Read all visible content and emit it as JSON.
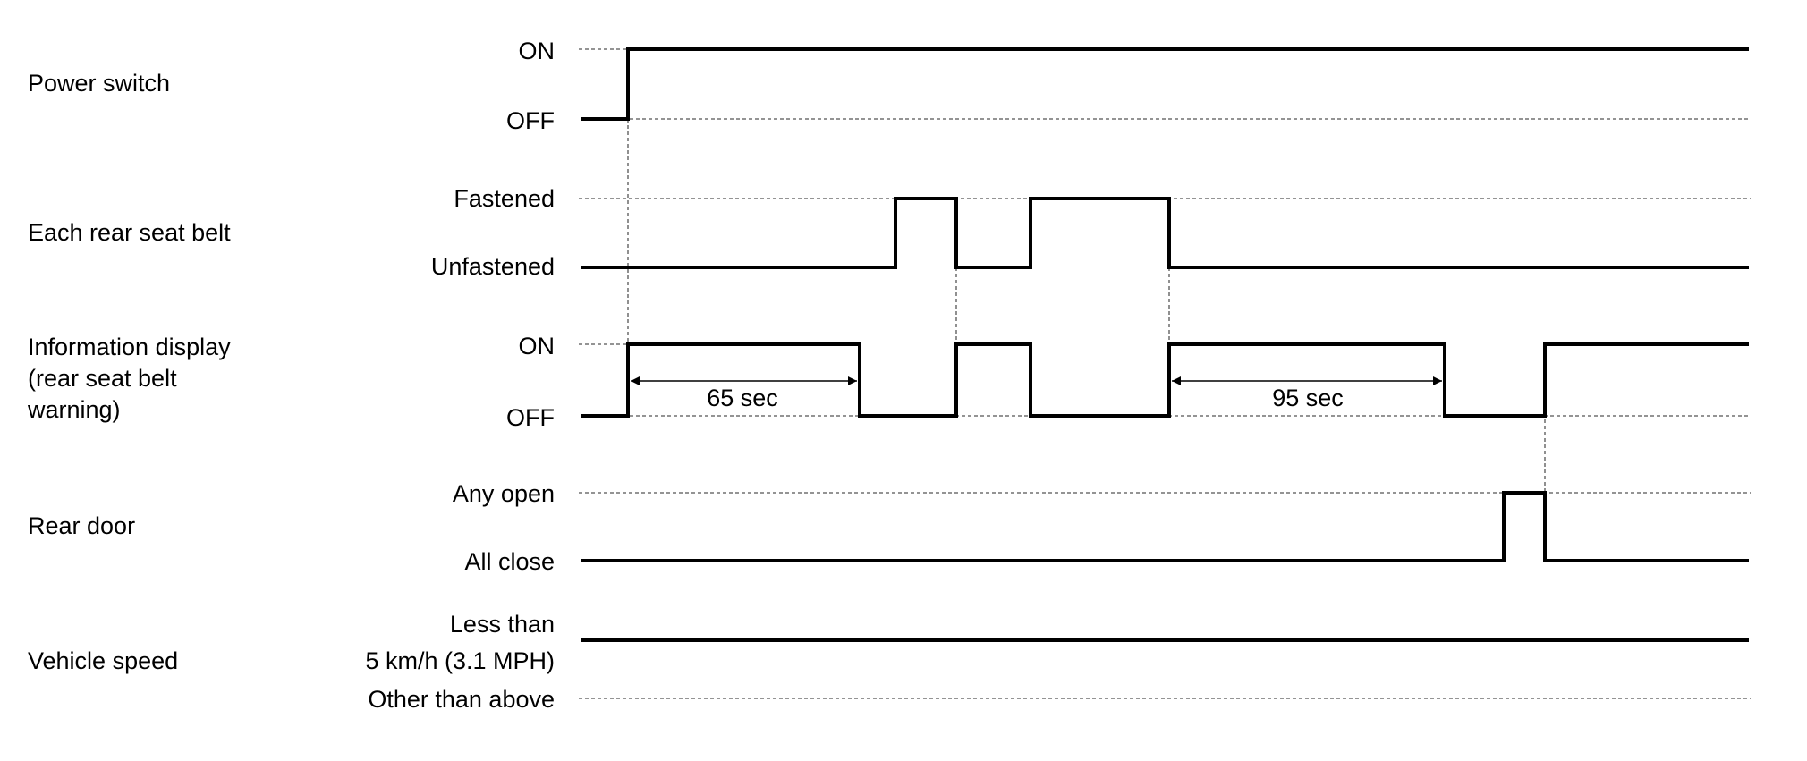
{
  "diagram": {
    "signals": [
      {
        "label_lines": [
          "Power switch"
        ],
        "levels": [
          "ON",
          "OFF"
        ],
        "waveform": "OFF until power switched ON, then ON for the remainder"
      },
      {
        "label_lines": [
          "Each rear seat belt"
        ],
        "levels": [
          "Fastened",
          "Unfastened"
        ],
        "waveform": "Unfastened, briefly Fastened, Unfastened, Fastened, then Unfastened"
      },
      {
        "label_lines": [
          "Information display",
          "(rear seat belt",
          "warning)"
        ],
        "levels": [
          "ON",
          "OFF"
        ],
        "waveform": "ON 65 sec, OFF, ON while belt unfastened, OFF while fastened, ON 95 sec, OFF, ON after rear door opens"
      },
      {
        "label_lines": [
          "Rear door"
        ],
        "levels": [
          "Any open",
          "All close"
        ],
        "waveform": "All close, briefly Any open, then All close"
      },
      {
        "label_lines": [
          "Vehicle speed"
        ],
        "levels": [
          "Less than",
          "5 km/h (3.1 MPH)",
          "Other than above"
        ],
        "waveform": "Less than 5 km/h (3.1 MPH) throughout"
      }
    ],
    "durations": [
      "65 sec",
      "95 sec"
    ],
    "colors": {
      "signal": "#000000",
      "reference_line": "#555555",
      "background": "#ffffff"
    }
  }
}
